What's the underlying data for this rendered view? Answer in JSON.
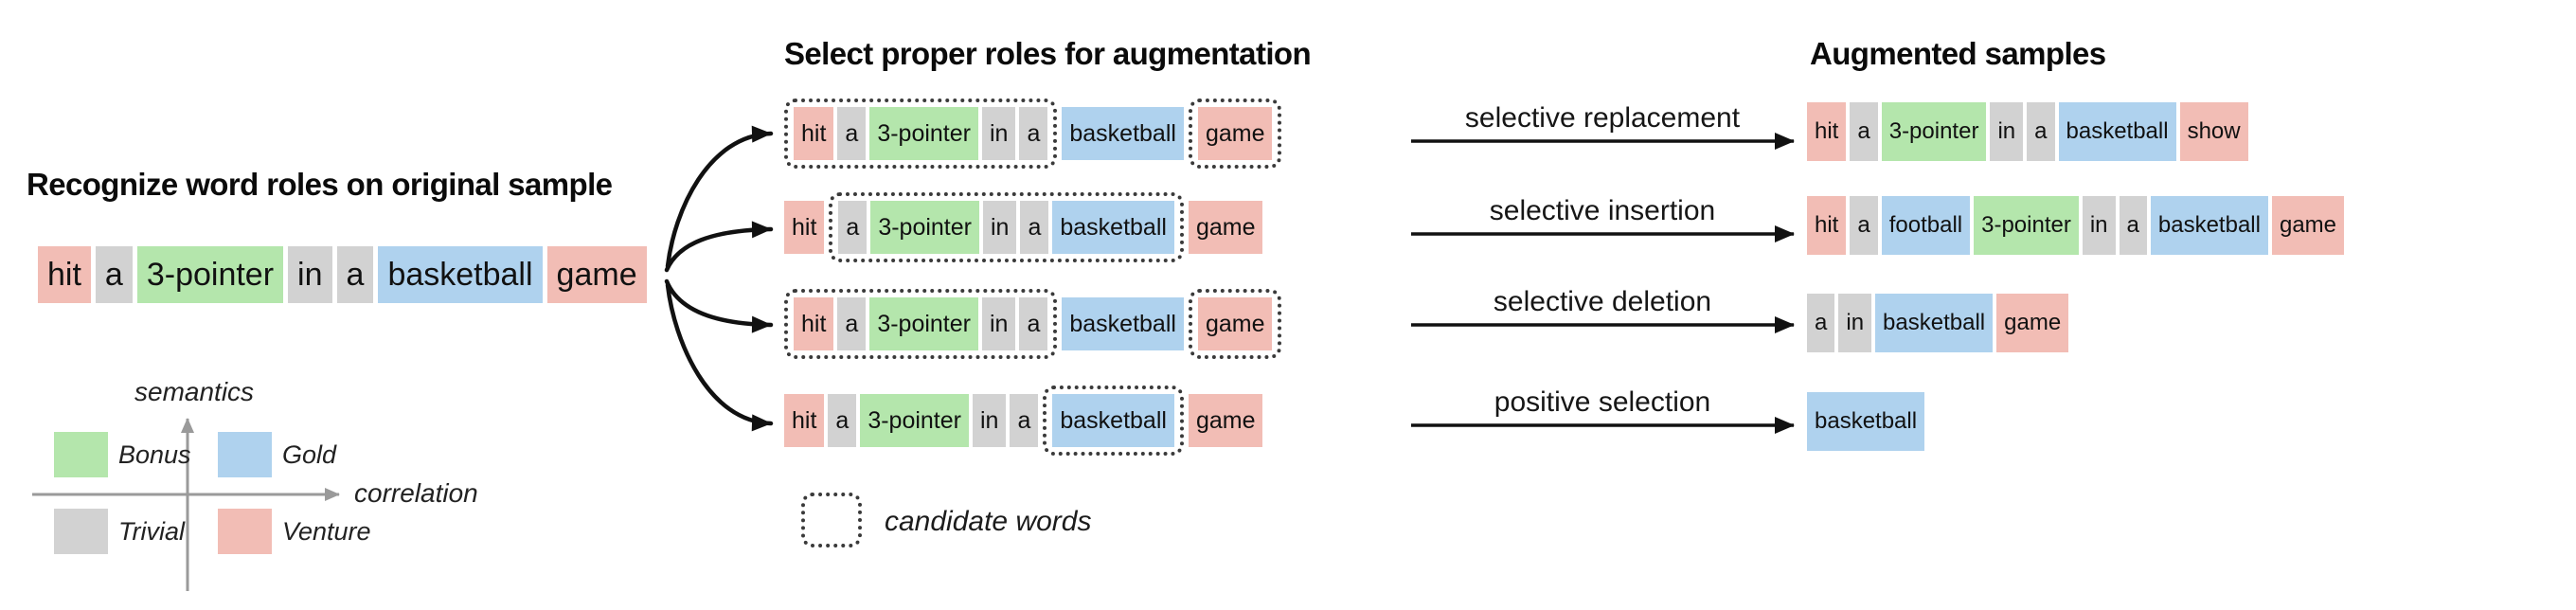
{
  "colors": {
    "bonus": "#b4e6ac",
    "gold": "#afd2ee",
    "trivial": "#d2d2d2",
    "venture": "#f2bdb5",
    "dotted": "#3a3a3a",
    "arrow": "#111111",
    "axis": "#9a9a9a",
    "background": "#ffffff"
  },
  "left": {
    "title": "Recognize word roles on original sample",
    "sentence": [
      {
        "text": "hit",
        "role": "venture"
      },
      {
        "text": "a",
        "role": "trivial"
      },
      {
        "text": "3-pointer",
        "role": "bonus"
      },
      {
        "text": "in",
        "role": "trivial"
      },
      {
        "text": "a",
        "role": "trivial"
      },
      {
        "text": "basketball",
        "role": "gold"
      },
      {
        "text": "game",
        "role": "venture"
      }
    ],
    "legend": {
      "y_axis_label": "semantics",
      "x_axis_label": "correlation",
      "quadrants": [
        {
          "label": "Bonus",
          "role": "bonus",
          "position": "top-left"
        },
        {
          "label": "Gold",
          "role": "gold",
          "position": "top-right"
        },
        {
          "label": "Trivial",
          "role": "trivial",
          "position": "bottom-left"
        },
        {
          "label": "Venture",
          "role": "venture",
          "position": "bottom-right"
        }
      ]
    }
  },
  "middle": {
    "title": "Select proper roles for augmentation",
    "legend_label": "candidate words",
    "rows": [
      {
        "segments": [
          {
            "candidate": true,
            "words": [
              {
                "text": "hit",
                "role": "venture"
              },
              {
                "text": "a",
                "role": "trivial"
              },
              {
                "text": "3-pointer",
                "role": "bonus"
              },
              {
                "text": "in",
                "role": "trivial"
              },
              {
                "text": "a",
                "role": "trivial"
              }
            ]
          },
          {
            "candidate": false,
            "words": [
              {
                "text": "basketball",
                "role": "gold"
              }
            ]
          },
          {
            "candidate": true,
            "words": [
              {
                "text": "game",
                "role": "venture"
              }
            ]
          }
        ]
      },
      {
        "segments": [
          {
            "candidate": false,
            "words": [
              {
                "text": "hit",
                "role": "venture"
              }
            ]
          },
          {
            "candidate": true,
            "words": [
              {
                "text": "a",
                "role": "trivial"
              },
              {
                "text": "3-pointer",
                "role": "bonus"
              },
              {
                "text": "in",
                "role": "trivial"
              },
              {
                "text": "a",
                "role": "trivial"
              },
              {
                "text": "basketball",
                "role": "gold"
              }
            ]
          },
          {
            "candidate": false,
            "words": [
              {
                "text": "game",
                "role": "venture"
              }
            ]
          }
        ]
      },
      {
        "segments": [
          {
            "candidate": true,
            "words": [
              {
                "text": "hit",
                "role": "venture"
              },
              {
                "text": "a",
                "role": "trivial"
              },
              {
                "text": "3-pointer",
                "role": "bonus"
              },
              {
                "text": "in",
                "role": "trivial"
              },
              {
                "text": "a",
                "role": "trivial"
              }
            ]
          },
          {
            "candidate": false,
            "words": [
              {
                "text": "basketball",
                "role": "gold"
              }
            ]
          },
          {
            "candidate": true,
            "words": [
              {
                "text": "game",
                "role": "venture"
              }
            ]
          }
        ]
      },
      {
        "segments": [
          {
            "candidate": false,
            "words": [
              {
                "text": "hit",
                "role": "venture"
              },
              {
                "text": "a",
                "role": "trivial"
              },
              {
                "text": "3-pointer",
                "role": "bonus"
              },
              {
                "text": "in",
                "role": "trivial"
              },
              {
                "text": "a",
                "role": "trivial"
              }
            ]
          },
          {
            "candidate": true,
            "words": [
              {
                "text": "basketball",
                "role": "gold"
              }
            ]
          },
          {
            "candidate": false,
            "words": [
              {
                "text": "game",
                "role": "venture"
              }
            ]
          }
        ]
      }
    ]
  },
  "operations": [
    {
      "label": "selective replacement"
    },
    {
      "label": "selective insertion"
    },
    {
      "label": "selective deletion"
    },
    {
      "label": "positive selection"
    }
  ],
  "right": {
    "title": "Augmented samples",
    "rows": [
      {
        "words": [
          {
            "text": "hit",
            "role": "venture"
          },
          {
            "text": "a",
            "role": "trivial"
          },
          {
            "text": "3-pointer",
            "role": "bonus"
          },
          {
            "text": "in",
            "role": "trivial"
          },
          {
            "text": "a",
            "role": "trivial"
          },
          {
            "text": "basketball",
            "role": "gold"
          },
          {
            "text": "show",
            "role": "venture"
          }
        ]
      },
      {
        "words": [
          {
            "text": "hit",
            "role": "venture"
          },
          {
            "text": "a",
            "role": "trivial"
          },
          {
            "text": "football",
            "role": "gold"
          },
          {
            "text": "3-pointer",
            "role": "bonus"
          },
          {
            "text": "in",
            "role": "trivial"
          },
          {
            "text": "a",
            "role": "trivial"
          },
          {
            "text": "basketball",
            "role": "gold"
          },
          {
            "text": "game",
            "role": "venture"
          }
        ]
      },
      {
        "words": [
          {
            "text": "a",
            "role": "trivial"
          },
          {
            "text": "in",
            "role": "trivial"
          },
          {
            "text": "basketball",
            "role": "gold"
          },
          {
            "text": "game",
            "role": "venture"
          }
        ]
      },
      {
        "words": [
          {
            "text": "basketball",
            "role": "gold"
          }
        ]
      }
    ]
  }
}
